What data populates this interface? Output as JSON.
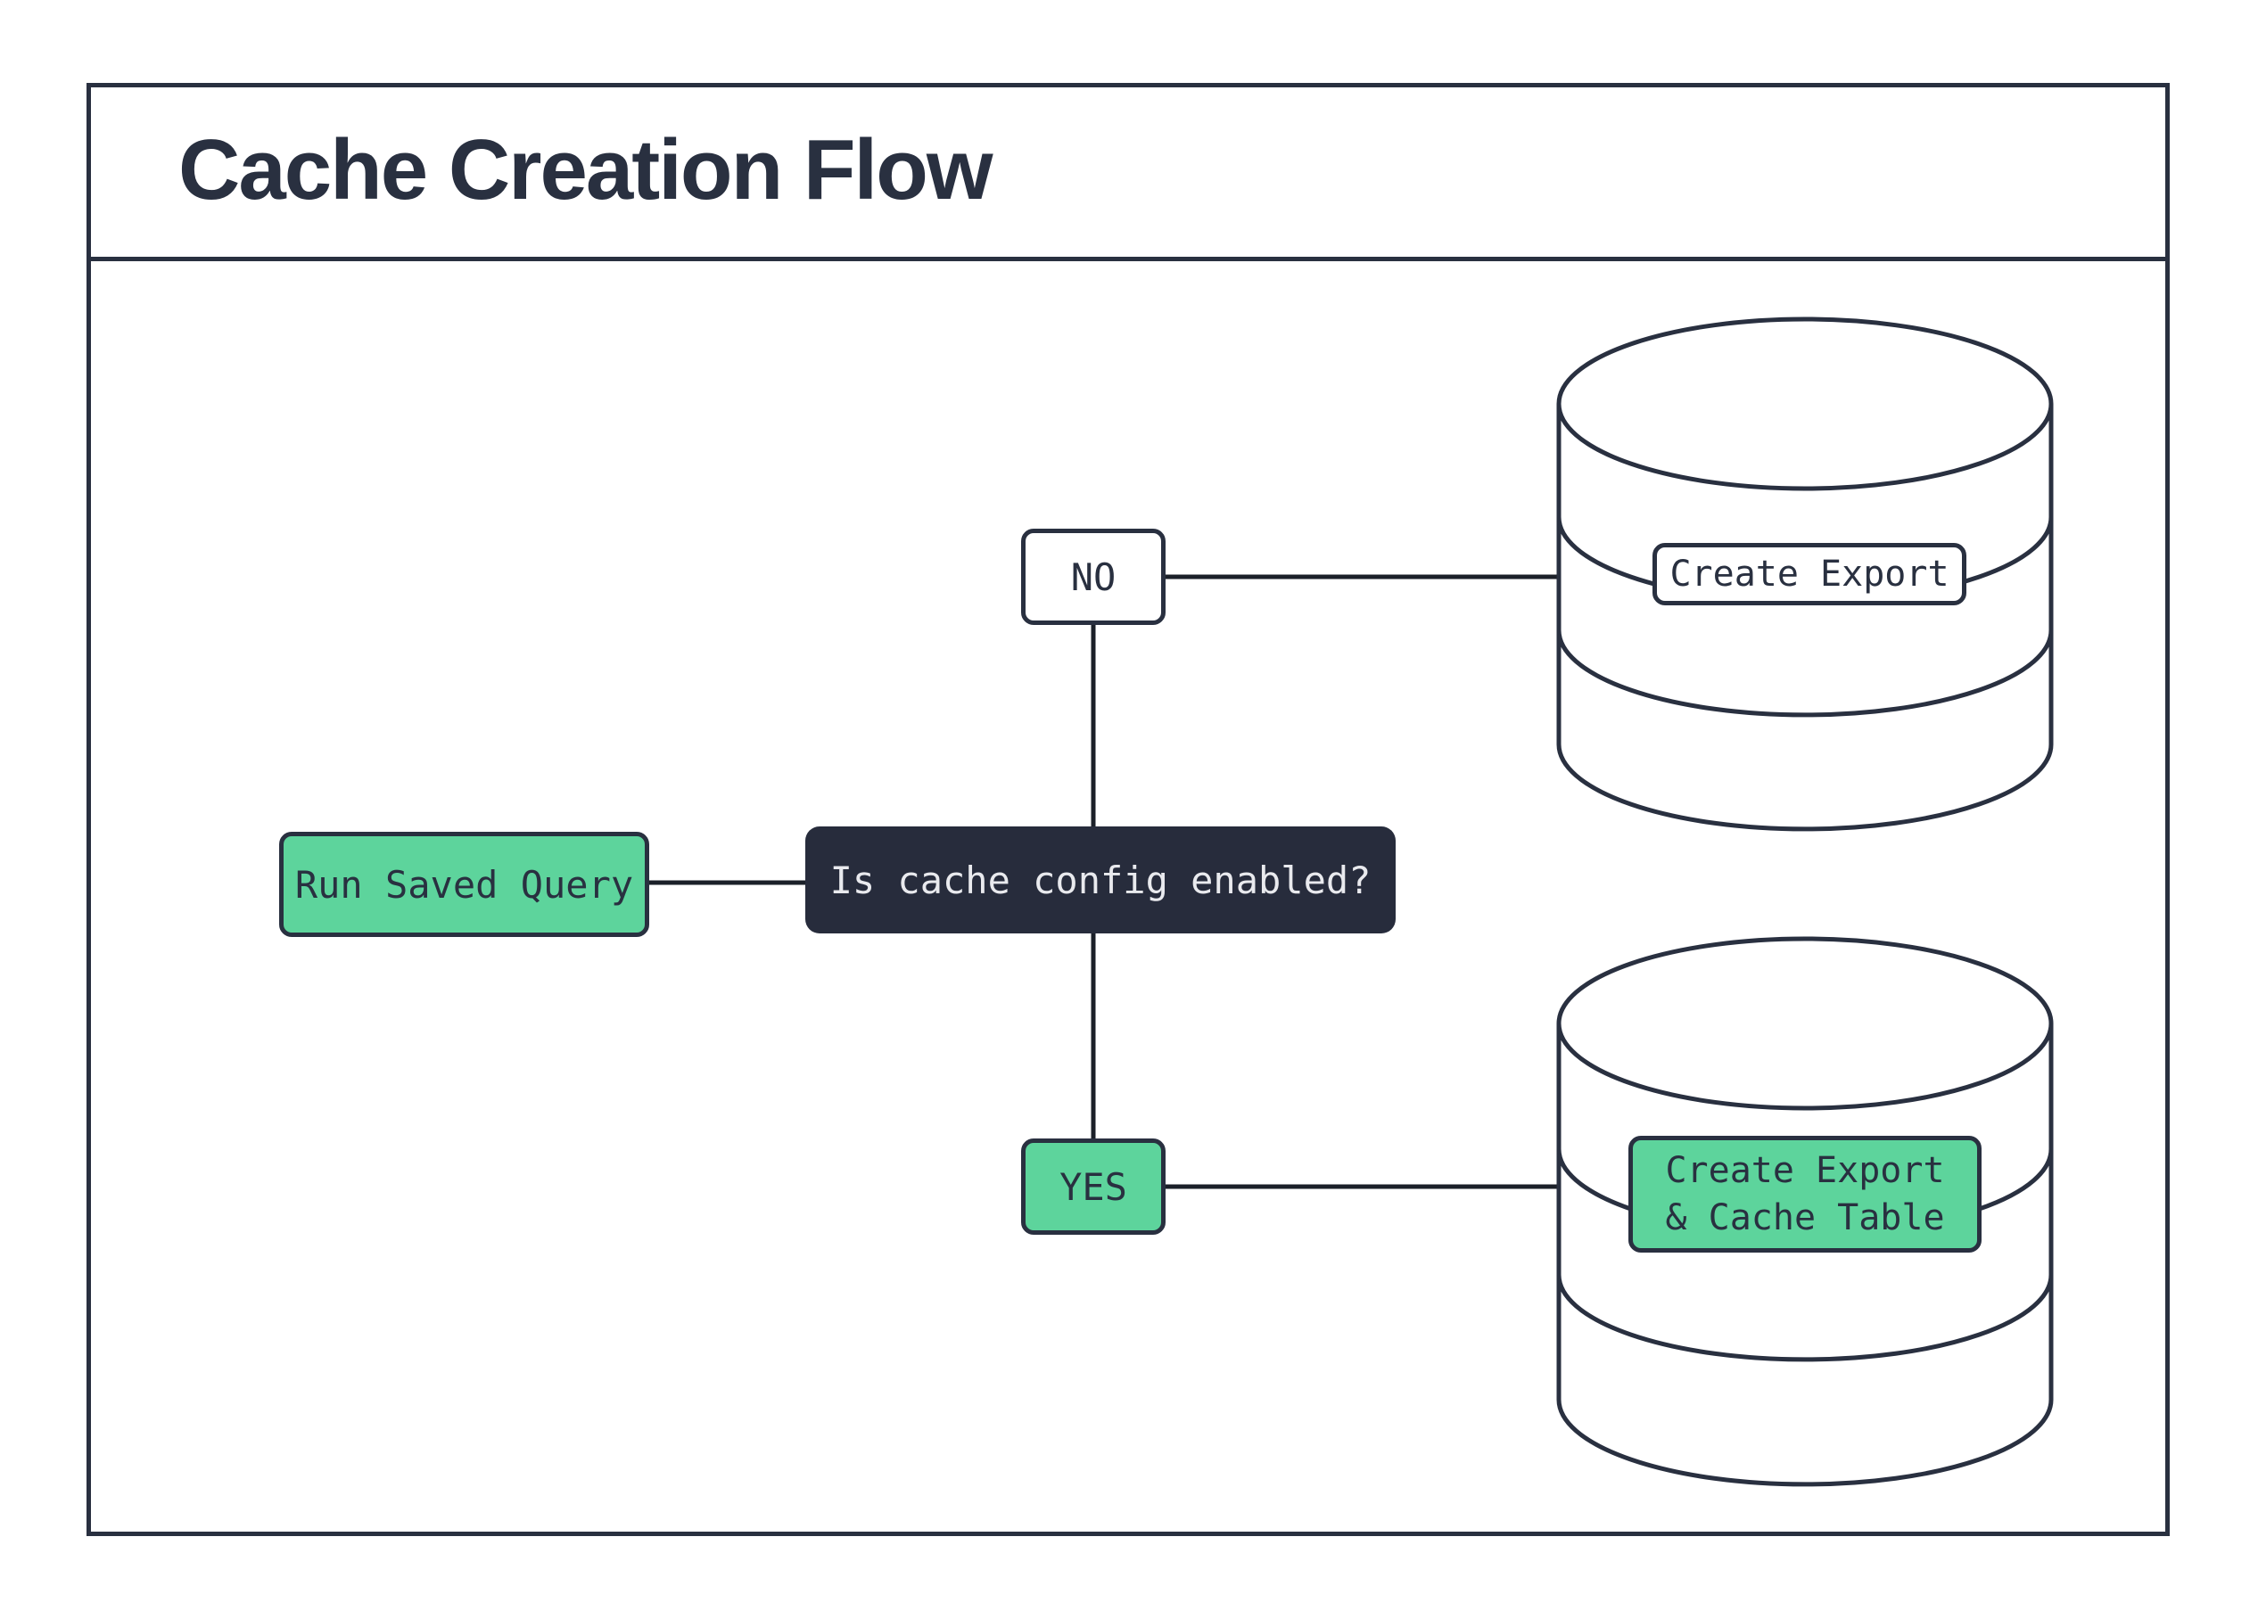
{
  "title": "Cache Creation Flow",
  "colors": {
    "outline_navy": "#293040",
    "connector_ink": "#1b2029",
    "node_green": "#5dd49c",
    "decision_dark_fill": "#272c3c",
    "decision_text": "#e9eaee",
    "background": "#ffffff"
  },
  "nodes": {
    "run_saved_query": {
      "label": "Run Saved Query"
    },
    "decision": {
      "label": "Is cache config enabled?"
    },
    "no_branch": {
      "label": "NO"
    },
    "yes_branch": {
      "label": "YES"
    },
    "export_db_label": {
      "label": "Create Export"
    },
    "export_cache_db_label": {
      "label": "Create Export\n& Cache Table"
    }
  }
}
